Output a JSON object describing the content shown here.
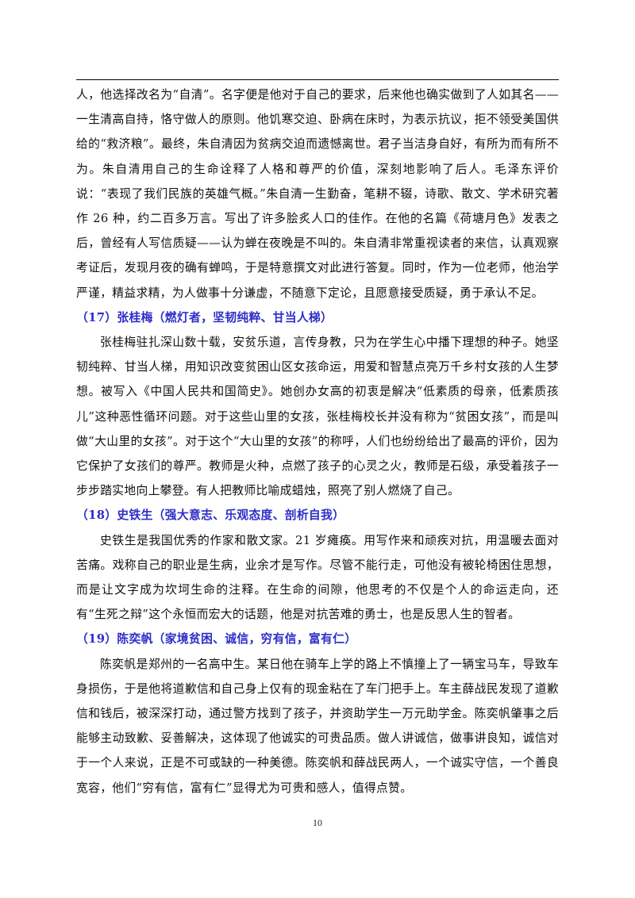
{
  "document": {
    "paragraphs": [
      {
        "type": "text",
        "indent": false,
        "text": "人，他选择改名为“自清”。名字便是他对于自己的要求，后来他也确实做到了人如其名——一生清高自持，恪守做人的原则。他饥寒交迫、卧病在床时，为表示抗议，拒不领受美国供给的“救济粮”。最终，朱自清因为贫病交迫而遗憾离世。君子当洁身自好，有所为而有所不为。朱自清用自己的生命诠释了人格和尊严的价值，深刻地影响了后人。毛泽东评价说：“表现了我们民族的英雄气概。”朱自清一生勤奋，笔耕不辍，诗歌、散文、学术研究著作 26 种，约二百多万言。写出了许多脍炙人口的佳作。在他的名篇《荷塘月色》发表之后，曾经有人写信质疑——认为蝉在夜晚是不叫的。朱自清非常重视读者的来信，认真观察考证后，发现月夜的确有蝉鸣，于是特意撰文对此进行答复。同时，作为一位老师，他治学严谨，精益求精，为人做事十分谦虚，不随意下定论，且愿意接受质疑，勇于承认不足。"
      },
      {
        "type": "heading",
        "text": "（17）张桂梅（燃灯者，坚韧纯粹、甘当人梯）"
      },
      {
        "type": "text",
        "indent": true,
        "text": "张桂梅驻扎深山数十载，安贫乐道，言传身教，只为在学生心中播下理想的种子。她坚韧纯粹、甘当人梯，用知识改变贫困山区女孩命运，用爱和智慧点亮万千乡村女孩的人生梦想。被写入《中国人民共和国简史》。她创办女高的初衷是解决“低素质的母亲，低素质孩儿”这种恶性循环问题。对于这些山里的女孩，张桂梅校长并没有称为“贫困女孩”，而是叫做“大山里的女孩”。对于这个“大山里的女孩”的称呼，人们也纷纷给出了最高的评价，因为它保护了女孩们的尊严。教师是火种，点燃了孩子的心灵之火，教师是石级，承受着孩子一步步踏实地向上攀登。有人把教师比喻成蜡烛，照亮了别人燃烧了自己。"
      },
      {
        "type": "heading",
        "text": "（18）史铁生（强大意志、乐观态度、剖析自我）"
      },
      {
        "type": "text",
        "indent": true,
        "text": "史铁生是我国优秀的作家和散文家。21 岁瘫痪。用写作来和顽疾对抗，用温暖去面对苦痛。戏称自己的职业是生病，业余才是写作。尽管不能行走，可他没有被轮椅困住思想，而是让文字成为坎坷生命的注释。在生命的间隙，他思考的不仅是个人的命运走向，还有“生死之辩”这个永恒而宏大的话题，他是对抗苦难的勇士，也是反思人生的智者。"
      },
      {
        "type": "heading",
        "text": "（19）陈奕帆（家境贫困、诚信，穷有信，富有仁）"
      },
      {
        "type": "text",
        "indent": true,
        "text": "陈奕帆是郑州的一名高中生。某日他在骑车上学的路上不慎撞上了一辆宝马车，导致车身损伤，于是他将道歉信和自己身上仅有的现金粘在了车门把手上。车主薛战民发现了道歉信和钱后，被深深打动，通过警方找到了孩子，并资助学生一万元助学金。陈奕帆肇事之后能够主动致歉、妥善解决，这体现了他诚实的可贵品质。做人讲诚信，做事讲良知，诚信对于一个人来说，正是不可或缺的一种美德。陈奕帆和薛战民两人，一个诚实守信，一个善良宽容，他们“穷有信，富有仁”显得尤为可贵和感人，值得点赞。"
      }
    ],
    "page_number": "10",
    "heading_color": "#2e2ec8"
  }
}
